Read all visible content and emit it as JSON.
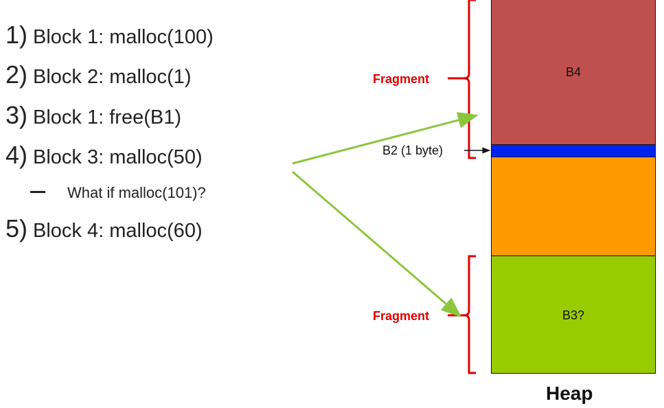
{
  "steps": [
    {
      "num": "1)",
      "text": "Block 1:  malloc(100)"
    },
    {
      "num": "2)",
      "text": "Block 2:  malloc(1)"
    },
    {
      "num": "3)",
      "text": "Block 1:  free(B1)"
    },
    {
      "num": "4)",
      "text": "Block 3:  malloc(50)"
    },
    {
      "num": "5)",
      "text": "Block 4: malloc(60)"
    }
  ],
  "substep": {
    "text": "What if malloc(101)?"
  },
  "heap": {
    "title": "Heap",
    "blocks": {
      "b4": {
        "label": "B4",
        "color": "#c0504d"
      },
      "b2": {
        "label": "B2 (1 byte)",
        "color": "#0022ee"
      },
      "free": {
        "label": "",
        "color": "#ff9900"
      },
      "b3": {
        "label": "B3?",
        "color": "#99cc00"
      }
    }
  },
  "fragments": {
    "top": "Fragment",
    "bottom": "Fragment"
  },
  "colors": {
    "bracket": "#e00000",
    "arrow": "#8cc63f"
  }
}
